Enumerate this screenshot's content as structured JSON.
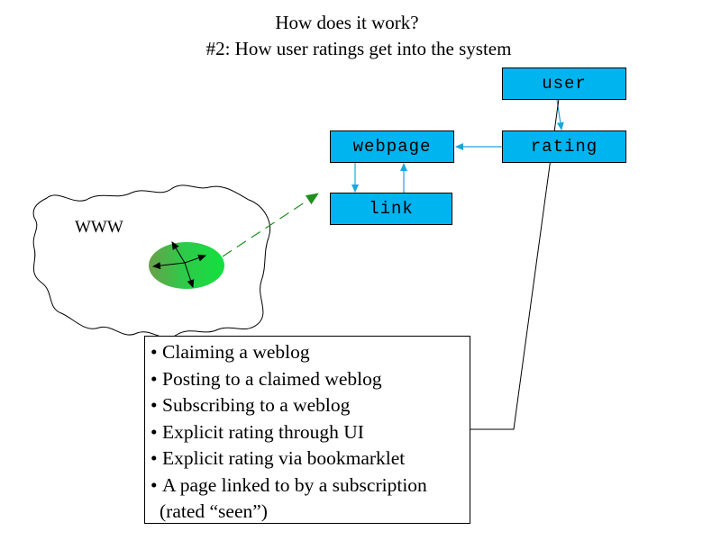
{
  "title": {
    "line1": "How does it work?",
    "line2": "#2: How user ratings get into the system"
  },
  "boxes": {
    "user": "user",
    "rating": "rating",
    "webpage": "webpage",
    "link": "link"
  },
  "web_label": "WWW",
  "ratings_list": {
    "items": [
      "Claiming a weblog",
      "Posting to a claimed weblog",
      "Subscribing to a weblog",
      "Explicit rating through UI",
      "Explicit rating via bookmarklet",
      "A page linked to by a subscription"
    ],
    "continuation": "(rated “seen”)"
  },
  "colors": {
    "box_fill": "#00b4f0",
    "box_arrow": "#19a6dc",
    "web_node": "#22c14a",
    "dashed_arrow": "#1f8f1f"
  }
}
